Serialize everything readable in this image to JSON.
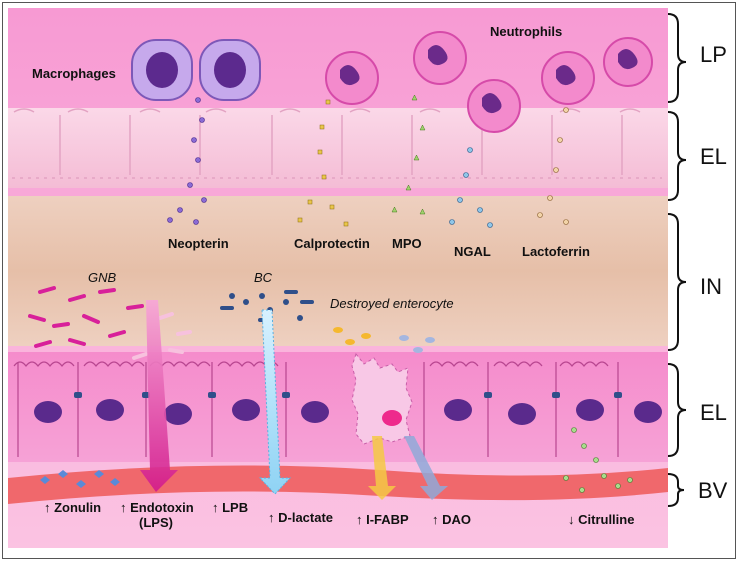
{
  "layers": {
    "lp": "LP",
    "el_top": "EL",
    "in": "IN",
    "el_bottom": "EL",
    "bv": "BV"
  },
  "cells": {
    "macrophages": "Macrophages",
    "neutrophils": "Neutrophils",
    "gnb": "GNB",
    "bc": "BC",
    "destroyed": "Destroyed enterocyte"
  },
  "markers_top": {
    "neopterin": "Neopterin",
    "calprotectin": "Calprotectin",
    "mpo": "MPO",
    "ngal": "NGAL",
    "lactoferrin": "Lactoferrin"
  },
  "markers_bottom": {
    "zonulin": "↑ Zonulin",
    "endotoxin": "↑ Endotoxin",
    "lps": "(LPS)",
    "lpb": "↑ LPB",
    "dlactate": "↑ D-lactate",
    "ifabp": "↑ I-FABP",
    "dao": "↑ DAO",
    "citrulline": "↓ Citrulline"
  },
  "colors": {
    "lamina_propria": "#f6a9d6",
    "epithelium": "#f7c9df",
    "lumen": "#e9c3ac",
    "blood_vessel": "#f0666a",
    "macrophage": "#9f7fd6",
    "neutrophil": "#ee7fcf",
    "gnb_bacteria": "#d8209a",
    "bc_bacteria": "#2f4f8a"
  }
}
